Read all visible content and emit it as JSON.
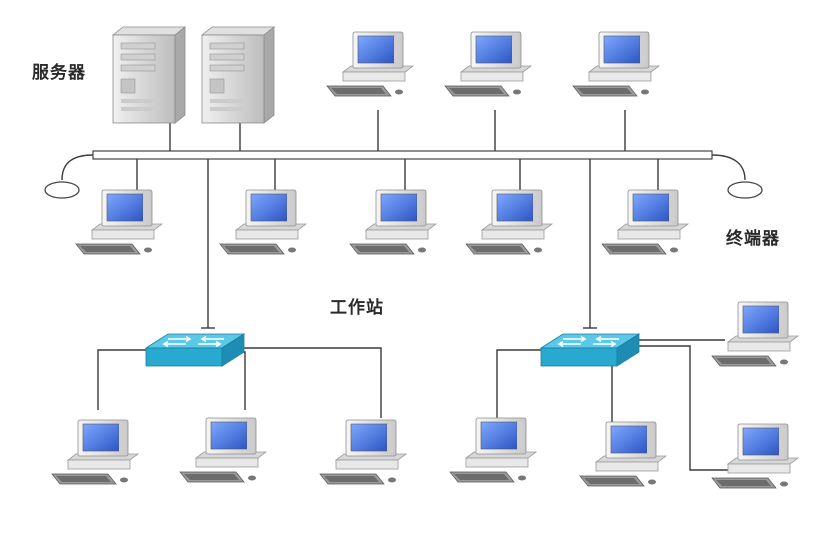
{
  "labels": {
    "server": "服务器",
    "terminator": "终端器",
    "workstation": "工作站"
  },
  "nodes": {
    "servers": [
      {
        "icon": "server-tower-icon"
      },
      {
        "icon": "server-tower-icon"
      }
    ],
    "workstations_top": [
      {
        "icon": "desktop-computer-icon"
      },
      {
        "icon": "desktop-computer-icon"
      },
      {
        "icon": "desktop-computer-icon"
      }
    ],
    "workstations_bus": [
      {
        "icon": "desktop-computer-icon"
      },
      {
        "icon": "desktop-computer-icon"
      },
      {
        "icon": "desktop-computer-icon"
      },
      {
        "icon": "desktop-computer-icon"
      },
      {
        "icon": "desktop-computer-icon"
      }
    ],
    "switches": [
      {
        "icon": "network-switch-icon"
      },
      {
        "icon": "network-switch-icon"
      }
    ],
    "workstations_switch_left": [
      {
        "icon": "desktop-computer-icon"
      },
      {
        "icon": "desktop-computer-icon"
      },
      {
        "icon": "desktop-computer-icon"
      }
    ],
    "workstations_switch_right": [
      {
        "icon": "desktop-computer-icon"
      },
      {
        "icon": "desktop-computer-icon"
      },
      {
        "icon": "desktop-computer-icon"
      },
      {
        "icon": "desktop-computer-icon"
      }
    ]
  },
  "colors": {
    "screen": "#3d6fd6",
    "case": "#e6e6e6",
    "switch": "#29a8d0",
    "line": "#3a3a3a"
  }
}
